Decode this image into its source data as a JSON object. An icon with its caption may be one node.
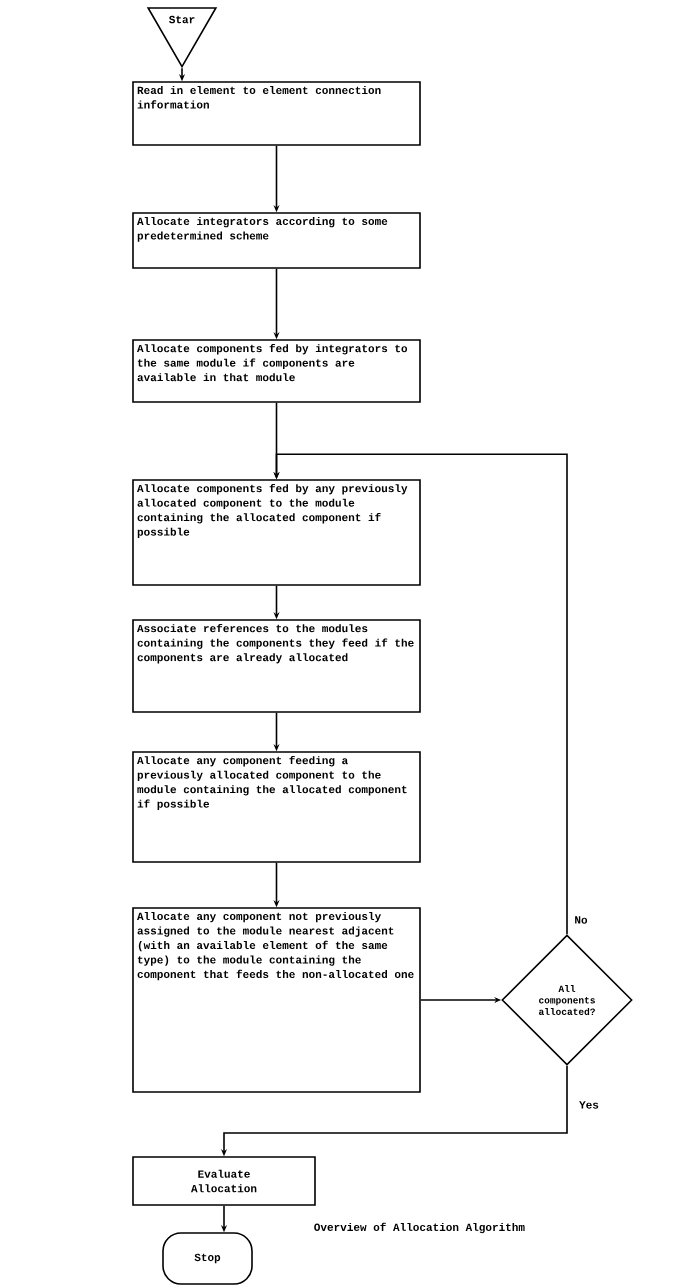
{
  "diagram": {
    "caption": "Overview of Allocation Algorithm",
    "nodes": [
      {
        "text": [
          "Star"
        ]
      },
      {
        "text": [
          "Read in element to element connection information"
        ]
      },
      {
        "text": [
          "Allocate integrators according to some predetermined scheme"
        ]
      },
      {
        "text": [
          "Allocate components fed by integrators to the same module if components are available in that module"
        ]
      },
      {
        "text": [
          "Allocate components fed by any previously allocated component to the module containing the allocated component if possible"
        ]
      },
      {
        "text": [
          "Associate references to the modules containing the components they feed if the components are already allocated"
        ]
      },
      {
        "text": [
          "Allocate any component feeding a previously allocated component to the module containing the allocated component if possible"
        ]
      },
      {
        "text": [
          "Allocate any component not previously assigned to the module nearest adjacent (with an available element of the same type) to the module containing the component that feeds the non-allocated one"
        ]
      },
      {
        "text": [
          "All components allocated?"
        ]
      },
      {
        "text": [
          "Evaluate Allocation"
        ]
      },
      {
        "text": [
          "Stop"
        ]
      }
    ],
    "edges": [
      {
        "from": 0,
        "to": 1,
        "arrow": "to"
      },
      {
        "from": 1,
        "to": 2,
        "arrow": "to"
      },
      {
        "from": 2,
        "to": 3,
        "arrow": "to"
      },
      {
        "from": 3,
        "to": 4,
        "arrow": "to"
      },
      {
        "from": 4,
        "to": 5,
        "arrow": "to"
      },
      {
        "from": 5,
        "to": 6,
        "arrow": "to"
      },
      {
        "from": 6,
        "to": 7,
        "arrow": "to"
      },
      {
        "from": 7,
        "to": 8,
        "arrow": "to"
      },
      {
        "from": 8,
        "to": 4,
        "arrow": "to",
        "label": "No"
      },
      {
        "from": 8,
        "to": 9,
        "arrow": "to",
        "label": "Yes"
      },
      {
        "from": 9,
        "to": 10,
        "arrow": "to"
      }
    ]
  }
}
